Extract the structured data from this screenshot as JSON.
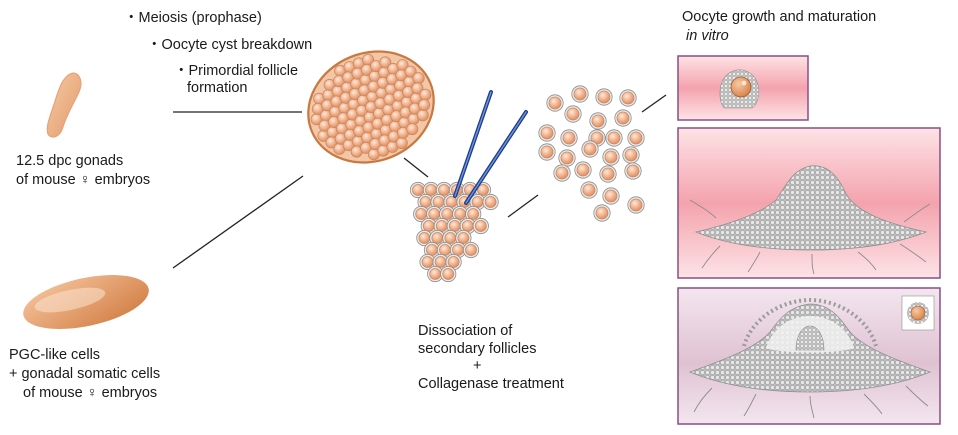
{
  "steps": {
    "meiosis": "・Meiosis (prophase)",
    "cyst": "・Oocyte cyst breakdown",
    "follicle_1": "・Primordial follicle",
    "follicle_2": "formation"
  },
  "gonads": {
    "line1": "12.5 dpc gonads",
    "line2": "of mouse ♀ embryos"
  },
  "pgc": {
    "line1": "PGC-like cells",
    "line2": "+ gonadal somatic cells",
    "line3": "of mouse ♀ embryos"
  },
  "dissociation": {
    "line1": "Dissociation of",
    "line2": "secondary follicles",
    "line3": "+",
    "line4": "Collagenase treatment"
  },
  "culture": {
    "title": "Oocyte growth and maturation",
    "subtitle": "in vitro"
  }
}
